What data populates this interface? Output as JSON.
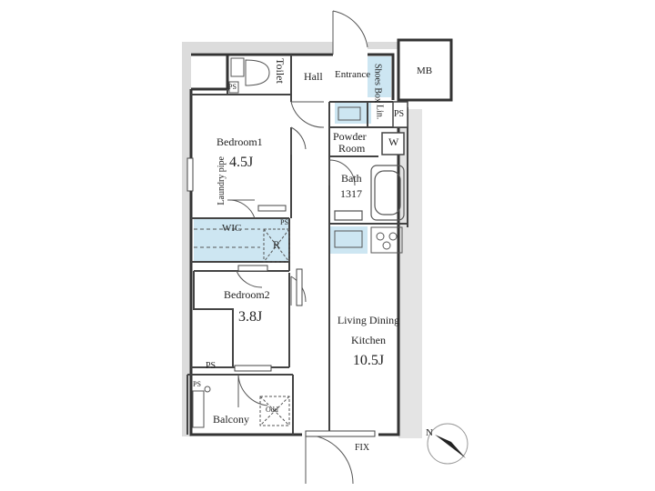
{
  "plan": {
    "rooms": {
      "bedroom1": {
        "name": "Bedroom1",
        "size": "4.5J"
      },
      "bedroom2": {
        "name": "Bedroom2",
        "size": "3.8J"
      },
      "ldk": {
        "line1": "Living Dining",
        "line2": "Kitchen",
        "size": "10.5J"
      },
      "bath": {
        "name": "Bath",
        "size": "1317"
      },
      "powder": {
        "line1": "Powder",
        "line2": "Room"
      },
      "balcony": {
        "name": "Balcony"
      },
      "toilet": {
        "name": "Toilet"
      },
      "hall": {
        "name": "Hall"
      },
      "entrance": {
        "name": "Entrance"
      },
      "wic": {
        "name": "WIC"
      }
    },
    "labels": {
      "shoes_box": "Shoes Box",
      "mb": "MB",
      "lin": "Lin.",
      "w": "W",
      "r": "R",
      "laundry_pipe": "Laundry pipe",
      "odd": "Odd",
      "fix": "FIX",
      "ps": "PS",
      "ps_toilet": "PS",
      "ps_right": "PS",
      "ps_wic": "PS",
      "ps_balcony": "PS"
    },
    "compass": {
      "north": "N"
    },
    "colors": {
      "storage": "#cde6f2",
      "wall": "#333333",
      "shade": "#dcdcdc"
    }
  }
}
